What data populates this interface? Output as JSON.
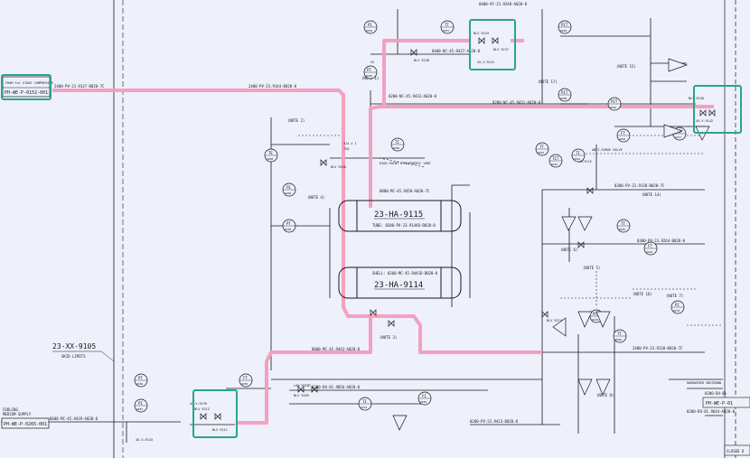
{
  "drawing": {
    "equipment": [
      {
        "tag": "23-HA-9115",
        "service": "TUBE: 0200-PV-23.9144D-B020-0"
      },
      {
        "tag": "23-HA-9114",
        "service": "SHELL: 0200-MC-45.9441D-B020-0"
      }
    ],
    "skid": {
      "tag": "23-XX-9105",
      "label": "SKID LIMITS"
    },
    "offpage": {
      "compressor": {
        "note": "FROM 1st STAGE COMPRESSOR",
        "tag": "PH-WE-P-0152-001"
      },
      "cooling": {
        "note1": "COOLING",
        "note2": "MEDIUM SUPPLY",
        "tag": "PH-WE-P-0265-001"
      },
      "right_bottom": "PH-WE-P-01",
      "closed": "CLOSED D"
    },
    "lines": {
      "inlet": "2400-PV-23.9137-B020-7C",
      "inlet_mid": "2400-PV-23.9144-B020-0",
      "vent_top": "0400-VF-23.9248-A020-0",
      "nc_top": "0400-NC-45.9437-A020-0",
      "nc_loop": "0200-NC-45.9433-A020-0",
      "nc_right": "0200-NC-45.9431-A020-0",
      "tube_out": "0800-MC-45.9450-A020-7C",
      "pv_right": "0300-PV-23.9138-B020-7C",
      "pv_right2": "0300-PV-23.9264-B020-0",
      "pv_bottom": "2400-PV-23.9138-B020-7C",
      "do_line": "0200-DO-81.9056-A020-0",
      "pv_low": "0200-PV-23.9423-B020-0",
      "cool_line": "0600-MC-45.9439-A020-0",
      "cool_return": "0600-MC-45.9443-A020-0",
      "ret_right": "0200-DO-81",
      "ret_right2": "0200-DO-81.9644-A020-0"
    },
    "labels": {
      "high_point": "HIGH POINT ATMOSPHERIC VENT",
      "low_point": "LOW POINT",
      "anti_surge": "ANTI-SURGE VALVE",
      "recycle": "RECYCLE",
      "hardwired": "HARDWIRED SHUTDOWN",
      "note1": "(NOTE 1)",
      "note2": "(NOTE 2)",
      "note3": "(NOTE 3)",
      "note4": "(NOTE 4)",
      "note5": "(NOTE 5)",
      "note6": "(NOTE 6)",
      "note7": "(NOTE 7)",
      "note8": "(NOTE 8)",
      "note14": "(NOTE 14)",
      "note15": "(NOTE 15)",
      "note16": "(NOTE 16)",
      "note17": "(NOTE 17)"
    },
    "instruments": [
      {
        "fn": "PT",
        "num": "9255"
      },
      {
        "fn": "PI",
        "num": "9254"
      },
      {
        "fn": "TT",
        "num": "9251"
      },
      {
        "fn": "PIT",
        "num": "9248"
      },
      {
        "fn": "PIT",
        "num": "9238"
      },
      {
        "fn": "TI",
        "num": "9260"
      },
      {
        "fn": "TE",
        "num": "9268"
      },
      {
        "fn": "FE",
        "num": "9258"
      },
      {
        "fn": "PT",
        "num": "9238"
      },
      {
        "fn": "PIT",
        "num": "9262"
      },
      {
        "fn": "PI",
        "num": "9237"
      },
      {
        "fn": "FT",
        "num": "9264"
      },
      {
        "fn": "TT",
        "num": "9241"
      },
      {
        "fn": "TIT",
        "num": "9242"
      },
      {
        "fn": "TI",
        "num": "9244"
      },
      {
        "fn": "TT",
        "num": "9245"
      },
      {
        "fn": "FT",
        "num": "9246"
      },
      {
        "fn": "PI",
        "num": "9270"
      },
      {
        "fn": "TT",
        "num": "9302"
      },
      {
        "fn": "FI",
        "num": "9250"
      },
      {
        "fn": "TI",
        "num": "9213"
      },
      {
        "fn": "PT",
        "num": "9256"
      },
      {
        "fn": "PI",
        "num": "9257"
      },
      {
        "fn": "FT",
        "num": "9258"
      },
      {
        "fn": "PCV",
        "num": "9219"
      }
    ],
    "valves": [
      {
        "tag": "BLV 9234"
      },
      {
        "tag": "BLV 9237"
      },
      {
        "tag": "BLV 9238"
      },
      {
        "tag": "BLV 9230"
      },
      {
        "tag": "BLV 9212"
      },
      {
        "tag": "BLV 9211"
      },
      {
        "tag": "BLV 9240"
      },
      {
        "tag": "BLV 9209"
      },
      {
        "tag": "BLV 9274"
      }
    ],
    "specs": [
      "3/4 x 1",
      "TSO",
      "XS",
      "45-V-9139",
      "45-V-9141",
      "45-V-9142",
      "45-V-9143"
    ]
  },
  "highlights": [
    "highlight-compressor-offpage",
    "highlight-top-valve-cluster",
    "highlight-right-valve-cluster",
    "highlight-bottom-valve-cluster"
  ],
  "colors": {
    "process_line": "#f4a0c0",
    "highlight": "#2aa58a",
    "background": "#eef0fb",
    "ink": "#1a1a1a"
  }
}
